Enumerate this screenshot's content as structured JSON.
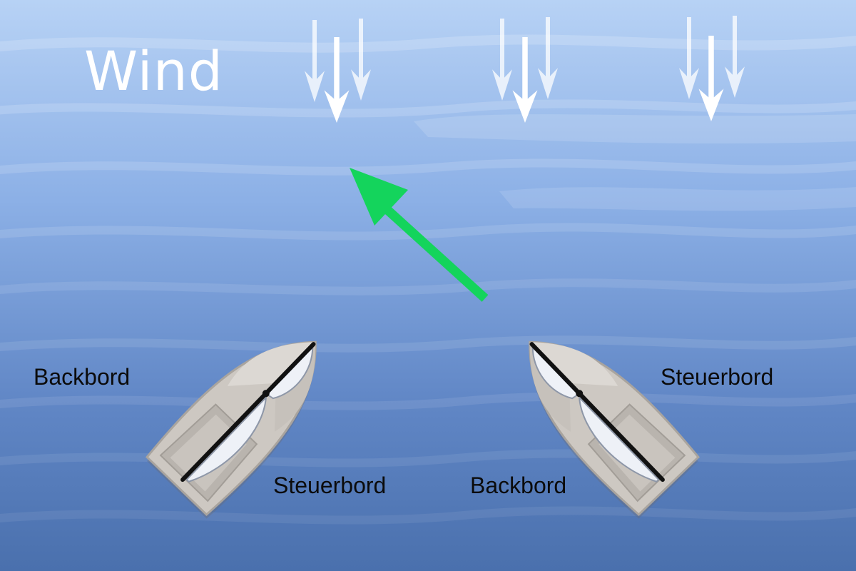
{
  "title": "Wind",
  "labels": {
    "left_boat_port": "Backbord",
    "left_boat_starboard": "Steuerbord",
    "right_boat_port": "Backbord",
    "right_boat_starboard": "Steuerbord"
  },
  "icons": [
    "wind-arrows-icon",
    "direction-arrow-icon",
    "sailboat-icon"
  ],
  "colors": {
    "water_top": "#b4d0f4",
    "water_bottom": "#4a70ad",
    "wind_arrows": "#ffffff",
    "direction_arrow": "#14d45c",
    "hull": "#d1ccc6",
    "sail": "#eef1f7"
  }
}
